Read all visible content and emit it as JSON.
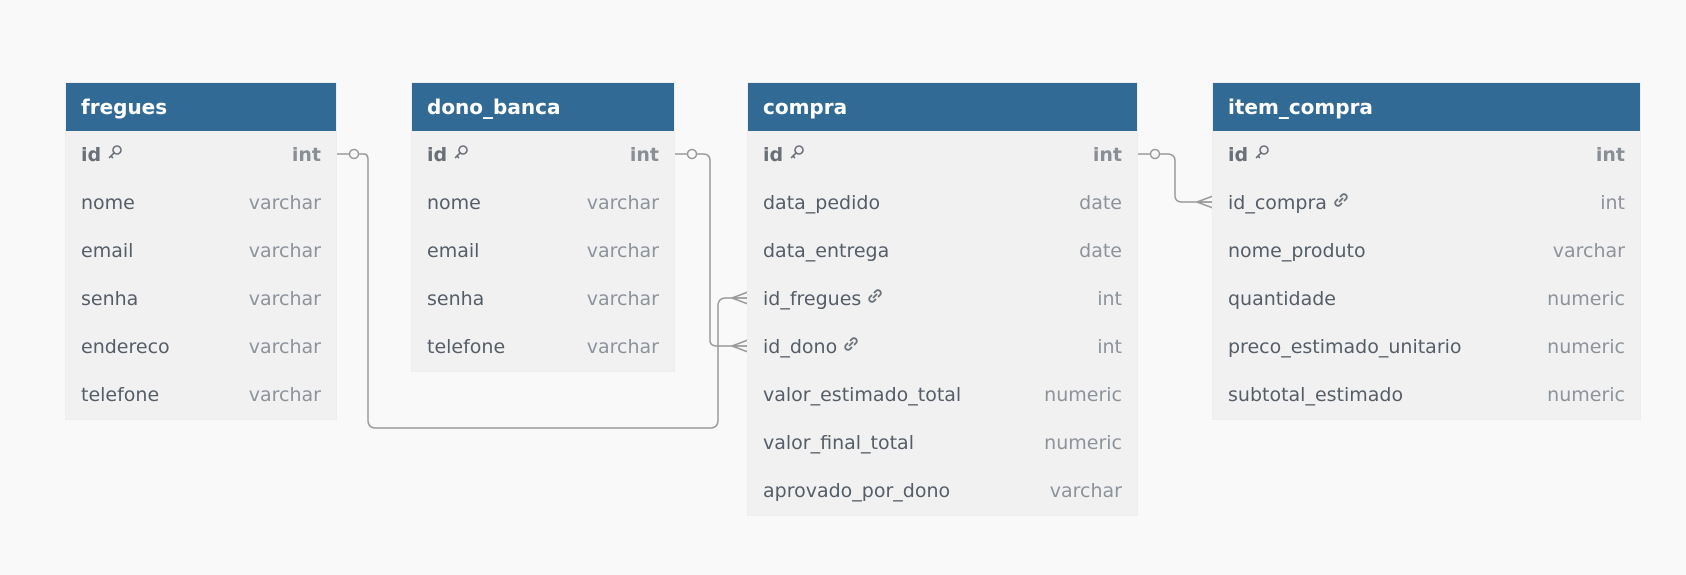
{
  "tables": [
    {
      "id": "fregues",
      "name": "fregues",
      "fields": [
        {
          "name": "id",
          "type": "int",
          "pk": true,
          "icon": "key-icon"
        },
        {
          "name": "nome",
          "type": "varchar"
        },
        {
          "name": "email",
          "type": "varchar"
        },
        {
          "name": "senha",
          "type": "varchar"
        },
        {
          "name": "endereco",
          "type": "varchar"
        },
        {
          "name": "telefone",
          "type": "varchar"
        }
      ]
    },
    {
      "id": "dono_banca",
      "name": "dono_banca",
      "fields": [
        {
          "name": "id",
          "type": "int",
          "pk": true,
          "icon": "key-icon"
        },
        {
          "name": "nome",
          "type": "varchar"
        },
        {
          "name": "email",
          "type": "varchar"
        },
        {
          "name": "senha",
          "type": "varchar"
        },
        {
          "name": "telefone",
          "type": "varchar"
        }
      ]
    },
    {
      "id": "compra",
      "name": "compra",
      "fields": [
        {
          "name": "id",
          "type": "int",
          "pk": true,
          "icon": "key-icon"
        },
        {
          "name": "data_pedido",
          "type": "date"
        },
        {
          "name": "data_entrega",
          "type": "date"
        },
        {
          "name": "id_fregues",
          "type": "int",
          "icon": "link-icon"
        },
        {
          "name": "id_dono",
          "type": "int",
          "icon": "link-icon"
        },
        {
          "name": "valor_estimado_total",
          "type": "numeric"
        },
        {
          "name": "valor_final_total",
          "type": "numeric"
        },
        {
          "name": "aprovado_por_dono",
          "type": "varchar"
        }
      ]
    },
    {
      "id": "item_compra",
      "name": "item_compra",
      "fields": [
        {
          "name": "id",
          "type": "int",
          "pk": true,
          "icon": "key-icon"
        },
        {
          "name": "id_compra",
          "type": "int",
          "icon": "link-icon"
        },
        {
          "name": "nome_produto",
          "type": "varchar"
        },
        {
          "name": "quantidade",
          "type": "numeric"
        },
        {
          "name": "preco_estimado_unitario",
          "type": "numeric"
        },
        {
          "name": "subtotal_estimado",
          "type": "numeric"
        }
      ]
    }
  ],
  "relations": [
    {
      "from": "fregues.id",
      "to": "compra.id_fregues",
      "from_end": "one",
      "to_end": "many"
    },
    {
      "from": "dono_banca.id",
      "to": "compra.id_dono",
      "from_end": "one",
      "to_end": "many"
    },
    {
      "from": "compra.id",
      "to": "item_compra.id_compra",
      "from_end": "one",
      "to_end": "many"
    }
  ],
  "colors": {
    "header": "#326a96",
    "row_bg": "#f1f1f2",
    "line": "#9a9a9a",
    "background": "#f9f9fa"
  }
}
